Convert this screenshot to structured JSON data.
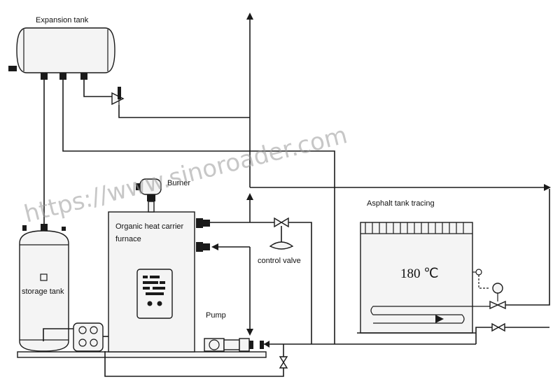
{
  "labels": {
    "expansion_tank": "Expansion tank",
    "burner": "Burner",
    "furnace_line1": "Organic heat carrier",
    "furnace_line2": "furnace",
    "storage_tank": "storage tank",
    "pump": "Pump",
    "control_valve": "control valve",
    "asphalt_tank": "Asphalt tank tracing",
    "temperature": "180 ℃"
  },
  "watermark": "https://www.sinoroader.com"
}
